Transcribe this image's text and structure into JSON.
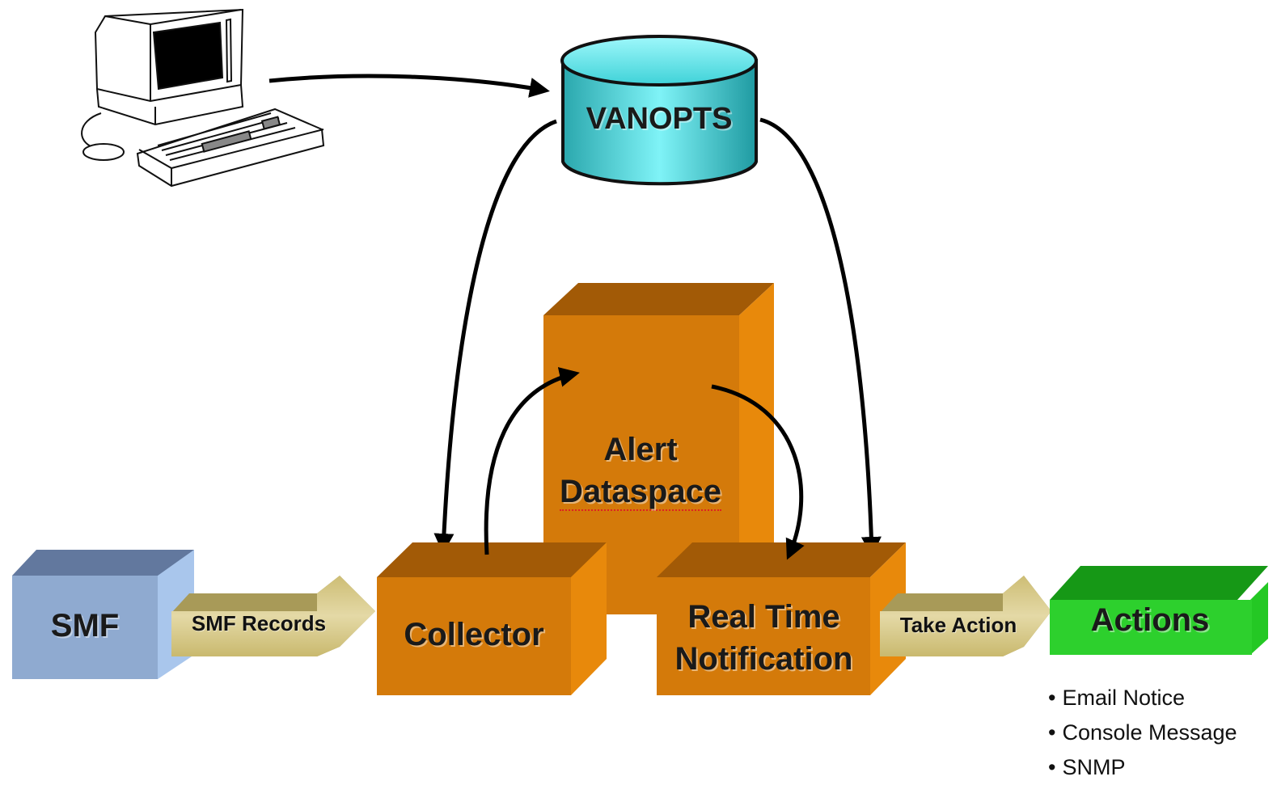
{
  "nodes": {
    "database": {
      "label": "VANOPTS"
    },
    "smf": {
      "label": "SMF"
    },
    "collector": {
      "label": "Collector"
    },
    "alert_dataspace": {
      "label_line1": "Alert",
      "label_line2": "Dataspace"
    },
    "realtime_notification": {
      "label_line1": "Real Time",
      "label_line2": "Notification"
    },
    "actions": {
      "label": "Actions"
    }
  },
  "edges": {
    "smf_records": {
      "label": "SMF Records"
    },
    "take_action": {
      "label": "Take Action"
    }
  },
  "action_list": [
    "Email Notice",
    "Console Message",
    "SNMP"
  ],
  "colors": {
    "orange_front": "#D47A0A",
    "orange_top": "#A25A06",
    "orange_side": "#E8890B",
    "blue_front": "#8FAAD0",
    "green_front": "#2DD02D",
    "cyan_db": "#35C9CF",
    "arrow_fill": "#D7C98A"
  }
}
